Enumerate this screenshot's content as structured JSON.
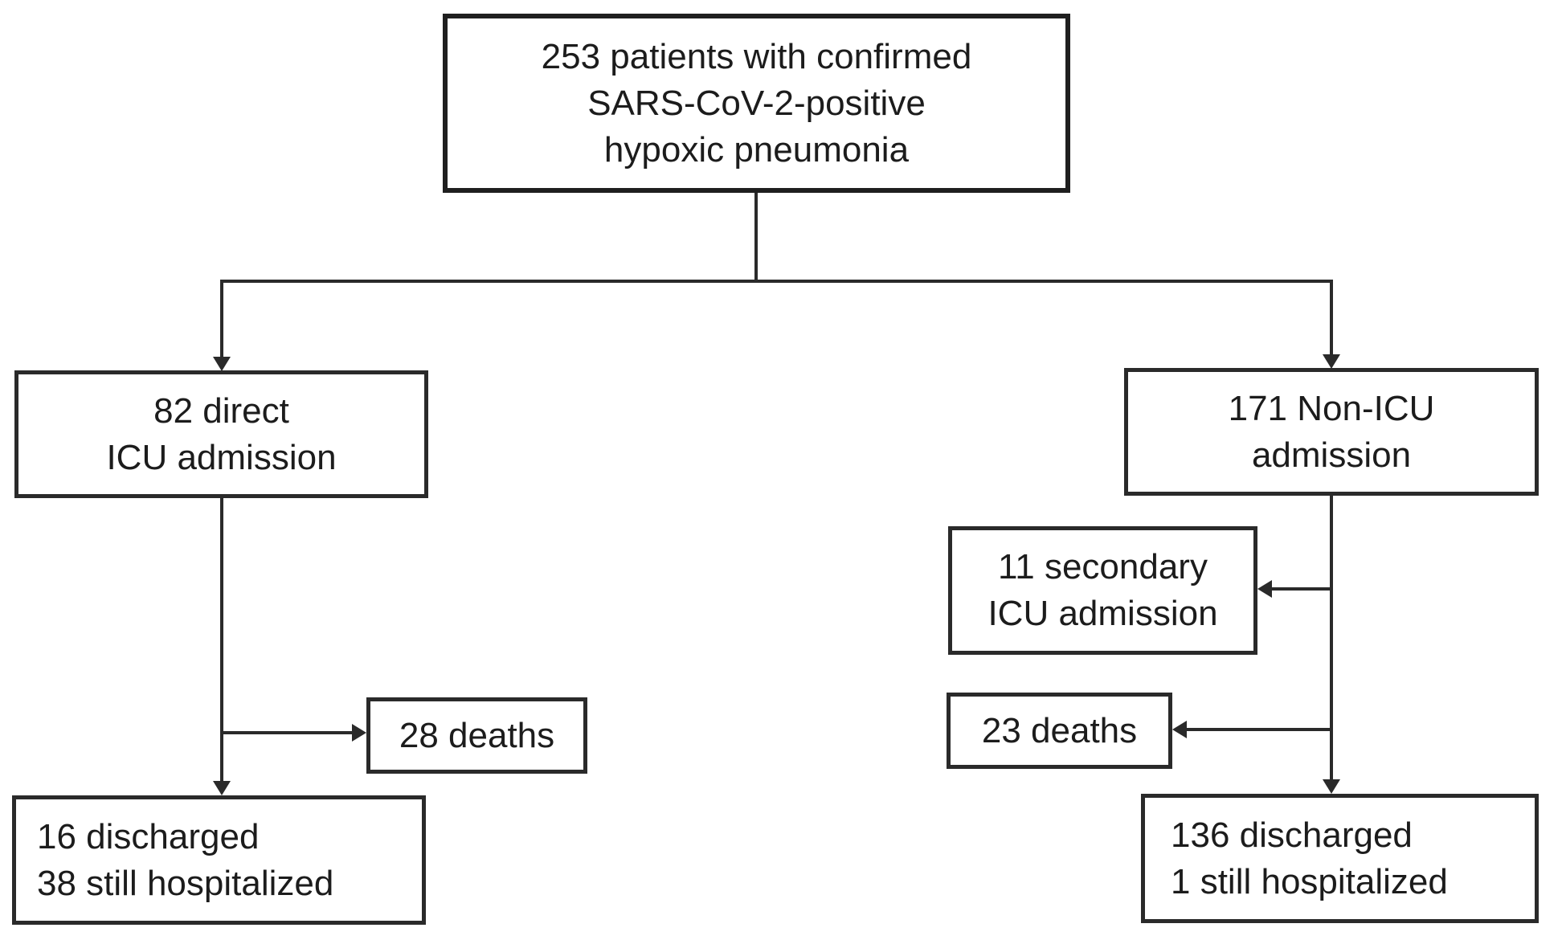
{
  "diagram": {
    "type": "patient-flowchart",
    "nodes": {
      "enrolled": {
        "line1": "253 patients with confirmed",
        "line2": "SARS-CoV-2-positive",
        "line3": "hypoxic pneumonia"
      },
      "direct_icu": {
        "line1": "82 direct",
        "line2": "ICU admission"
      },
      "non_icu": {
        "line1": "171 Non-ICU",
        "line2": "admission"
      },
      "secondary_icu": {
        "line1": "11 secondary",
        "line2": "ICU admission"
      },
      "icu_deaths": {
        "label": "28 deaths"
      },
      "non_icu_deaths": {
        "label": "23 deaths"
      },
      "icu_outcome": {
        "line1": "16 discharged",
        "line2": "38 still hospitalized"
      },
      "non_icu_outcome": {
        "line1": "136 discharged",
        "line2": "1 still hospitalized"
      }
    },
    "colors": {
      "box_border": "#2a2a2a",
      "connector": "#2a2a2a",
      "text": "#1c1c1c",
      "background": "#ffffff"
    }
  }
}
